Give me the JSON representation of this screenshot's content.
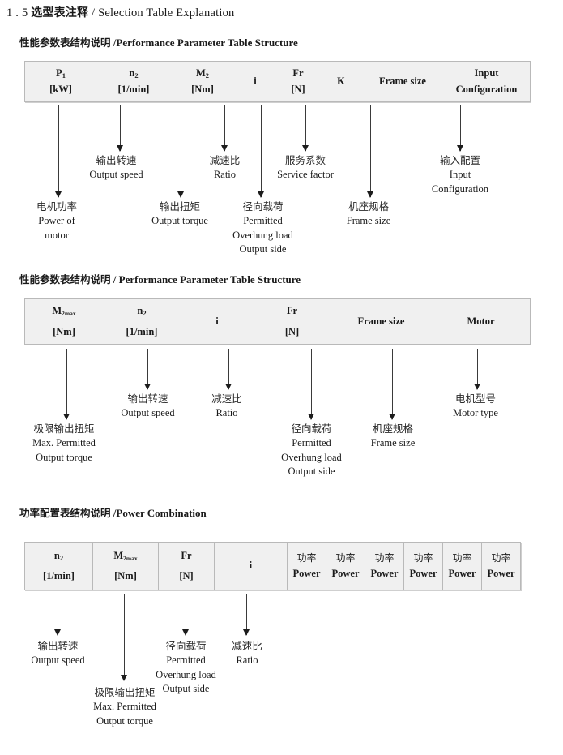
{
  "document": {
    "section_number": "1 . 5",
    "title_cn": "选型表注释",
    "separator": " / ",
    "title_en": "Selection Table Explanation"
  },
  "sections": [
    {
      "heading_cn": "性能参数表结构说明",
      "heading_sep": " /",
      "heading_en": "Performance Parameter Table Structure",
      "table": {
        "divided": false,
        "columns": [
          {
            "symbol": "P",
            "sub": "1",
            "unit": "[kW]"
          },
          {
            "symbol": "n",
            "sub": "2",
            "unit": "[1/min]"
          },
          {
            "symbol": "M",
            "sub": "2",
            "unit": "[Nm]"
          },
          {
            "symbol": "i",
            "sub": "",
            "unit": ""
          },
          {
            "symbol": "Fr",
            "sub": "",
            "unit": "[N]"
          },
          {
            "symbol": "K",
            "sub": "",
            "unit": ""
          },
          {
            "symbol": "Frame size",
            "sub": "",
            "unit": ""
          },
          {
            "symbol": "Input",
            "sub": "",
            "unit": "Configuration"
          }
        ]
      },
      "notes": [
        {
          "cn": "电机功率",
          "en": [
            "Power of",
            "motor"
          ]
        },
        {
          "cn": "输出转速",
          "en": [
            "Output speed"
          ]
        },
        {
          "cn": "输出扭矩",
          "en": [
            "Output torque"
          ]
        },
        {
          "cn": "减速比",
          "en": [
            "Ratio"
          ]
        },
        {
          "cn": "径向载荷",
          "en": [
            "Permitted",
            "Overhung load",
            "Output side"
          ]
        },
        {
          "cn": "服务系数",
          "en": [
            "Service factor"
          ]
        },
        {
          "cn": "机座规格",
          "en": [
            "Frame size"
          ]
        },
        {
          "cn": "输入配置",
          "en": [
            "Input",
            "Configuration"
          ]
        }
      ]
    },
    {
      "heading_cn": "性能参数表结构说明",
      "heading_sep": " / ",
      "heading_en": "Performance Parameter Table Structure",
      "table": {
        "divided": false,
        "columns": [
          {
            "symbol": "M",
            "sub": "2max",
            "unit": "[Nm]"
          },
          {
            "symbol": "n",
            "sub": "2",
            "unit": "[1/min]"
          },
          {
            "symbol": "i",
            "sub": "",
            "unit": ""
          },
          {
            "symbol": "Fr",
            "sub": "",
            "unit": "[N]"
          },
          {
            "symbol": "Frame size",
            "sub": "",
            "unit": ""
          },
          {
            "symbol": "Motor",
            "sub": "",
            "unit": ""
          }
        ]
      },
      "notes": [
        {
          "cn": "极限输出扭矩",
          "en": [
            "Max. Permitted",
            "Output  torque"
          ]
        },
        {
          "cn": "输出转速",
          "en": [
            "Output speed"
          ]
        },
        {
          "cn": "减速比",
          "en": [
            "Ratio"
          ]
        },
        {
          "cn": "径向载荷",
          "en": [
            "Permitted",
            "Overhung load",
            "Output side"
          ]
        },
        {
          "cn": "机座规格",
          "en": [
            "Frame size"
          ]
        },
        {
          "cn": "电机型号",
          "en": [
            "Motor type"
          ]
        }
      ]
    },
    {
      "heading_cn": "功率配置表结构说明",
      "heading_sep": " /",
      "heading_en": "Power Combination",
      "table": {
        "divided": true,
        "columns": [
          {
            "symbol": "n",
            "sub": "2",
            "unit": "[1/min]"
          },
          {
            "symbol": "M",
            "sub": "2max",
            "unit": "[Nm]"
          },
          {
            "symbol": "Fr",
            "sub": "",
            "unit": "[N]"
          },
          {
            "symbol": "i",
            "sub": "",
            "unit": ""
          },
          {
            "symbol_cn": "功率",
            "symbol": "",
            "sub": "",
            "unit": "Power"
          },
          {
            "symbol_cn": "功率",
            "symbol": "",
            "sub": "",
            "unit": "Power"
          },
          {
            "symbol_cn": "功率",
            "symbol": "",
            "sub": "",
            "unit": "Power"
          },
          {
            "symbol_cn": "功率",
            "symbol": "",
            "sub": "",
            "unit": "Power"
          },
          {
            "symbol_cn": "功率",
            "symbol": "",
            "sub": "",
            "unit": "Power"
          },
          {
            "symbol_cn": "功率",
            "symbol": "",
            "sub": "",
            "unit": "Power"
          }
        ]
      },
      "notes": [
        {
          "cn": "输出转速",
          "en": [
            "Output speed"
          ]
        },
        {
          "cn": "极限输出扭矩",
          "en": [
            "Max. Permitted",
            "Output  torque"
          ]
        },
        {
          "cn": "径向载荷",
          "en": [
            "Permitted",
            "Overhung load",
            "Output side"
          ]
        },
        {
          "cn": "减速比",
          "en": [
            "Ratio"
          ]
        }
      ]
    }
  ]
}
